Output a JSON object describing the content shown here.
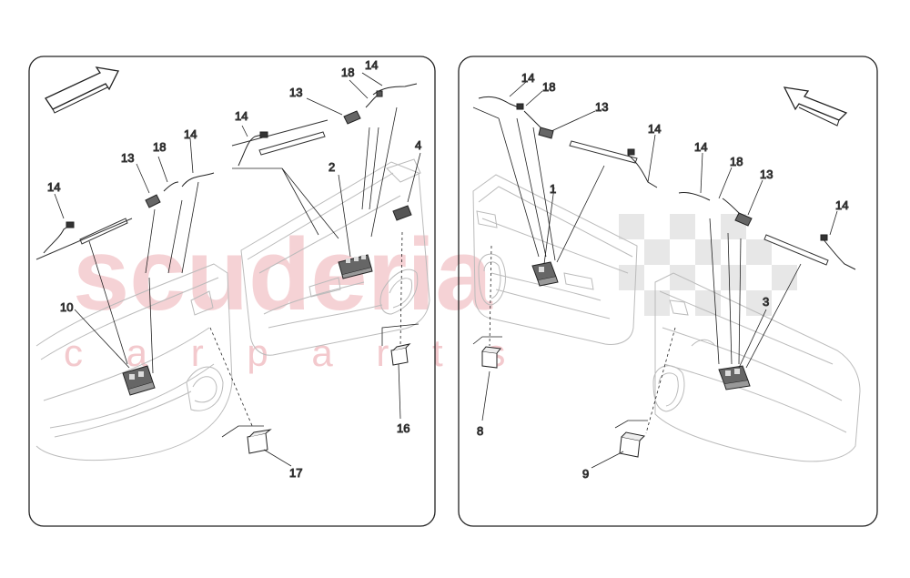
{
  "watermark": {
    "brand": "scuderia",
    "sub": "c a r p a r t s",
    "brand_color": "#f2b8bd",
    "checker_color": "#e6e6e6"
  },
  "left_panel": {
    "arrow_icon": "direction-arrow-icon",
    "callouts": [
      {
        "id": "14a",
        "label": "14"
      },
      {
        "id": "18a",
        "label": "18"
      },
      {
        "id": "13a",
        "label": "13"
      },
      {
        "id": "14b",
        "label": "14"
      },
      {
        "id": "14c",
        "label": "14"
      },
      {
        "id": "13b",
        "label": "13"
      },
      {
        "id": "18b",
        "label": "18"
      },
      {
        "id": "14d",
        "label": "14"
      },
      {
        "id": "2",
        "label": "2"
      },
      {
        "id": "4",
        "label": "4"
      },
      {
        "id": "10",
        "label": "10"
      },
      {
        "id": "16",
        "label": "16"
      },
      {
        "id": "17",
        "label": "17"
      }
    ]
  },
  "right_panel": {
    "arrow_icon": "direction-arrow-icon",
    "callouts": [
      {
        "id": "14a",
        "label": "14"
      },
      {
        "id": "18a",
        "label": "18"
      },
      {
        "id": "13a",
        "label": "13"
      },
      {
        "id": "14b",
        "label": "14"
      },
      {
        "id": "1",
        "label": "1"
      },
      {
        "id": "14c",
        "label": "14"
      },
      {
        "id": "18b",
        "label": "18"
      },
      {
        "id": "13b",
        "label": "13"
      },
      {
        "id": "14d",
        "label": "14"
      },
      {
        "id": "3",
        "label": "3"
      },
      {
        "id": "8",
        "label": "8"
      },
      {
        "id": "9",
        "label": "9"
      }
    ]
  }
}
